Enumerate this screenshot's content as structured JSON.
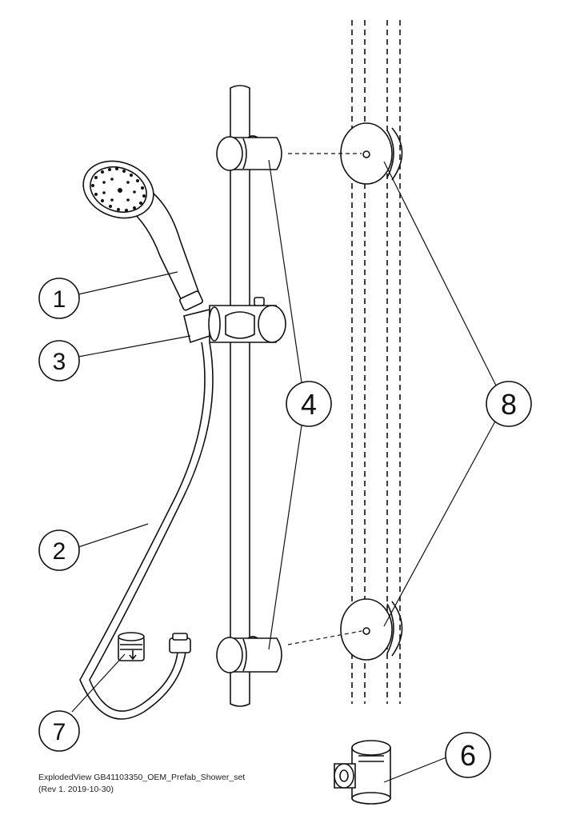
{
  "diagram": {
    "callouts": [
      {
        "id": "1",
        "label": "1"
      },
      {
        "id": "2",
        "label": "2"
      },
      {
        "id": "3",
        "label": "3"
      },
      {
        "id": "4",
        "label": "4"
      },
      {
        "id": "6",
        "label": "6"
      },
      {
        "id": "7",
        "label": "7"
      },
      {
        "id": "8",
        "label": "8"
      }
    ]
  },
  "caption": {
    "line1": "ExplodedView GB41103350_OEM_Prefab_Shower_set",
    "line2": "(Rev 1. 2019-10-30)"
  },
  "colors": {
    "stroke": "#111111",
    "background": "#ffffff"
  }
}
